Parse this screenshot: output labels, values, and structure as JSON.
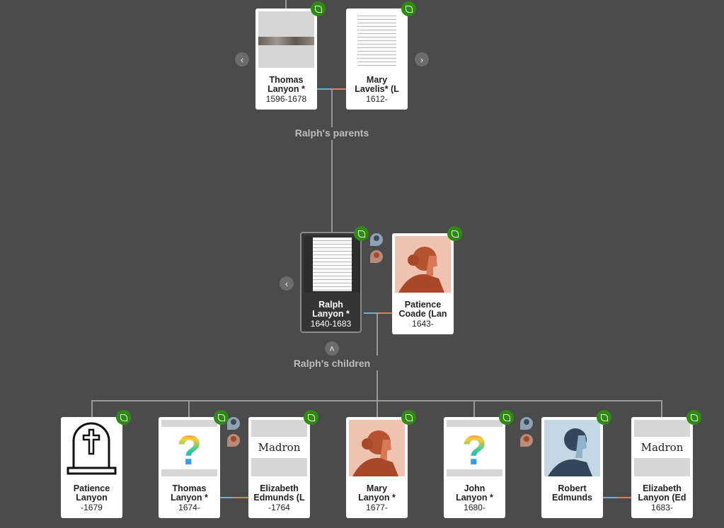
{
  "labels": {
    "parents": "Ralph's parents",
    "children": "Ralph's children"
  },
  "colors": {
    "background": "#4b4b4b",
    "hint_leaf": "#2f8a12",
    "male_line": "#7fa9c6",
    "female_line": "#d8826a"
  },
  "people": [
    {
      "id": "thomas-sr",
      "name1": "Thomas",
      "name2": "Lanyon *",
      "dates": "1596-1678",
      "photo": "document-strip",
      "hint": true
    },
    {
      "id": "mary-lavelis",
      "name1": "Mary",
      "name2": "Lavelis* (L",
      "dates": "1612-",
      "photo": "document",
      "hint": true
    },
    {
      "id": "ralph",
      "name1": "Ralph",
      "name2": "Lanyon *",
      "dates": "1640-1683",
      "photo": "document",
      "hint": true,
      "selected": true
    },
    {
      "id": "patience-coade",
      "name1": "Patience",
      "name2": "Coade (Lan",
      "dates": "1643-",
      "photo": "female-silhouette",
      "hint": true
    },
    {
      "id": "patience",
      "name1": "Patience",
      "name2": "Lanyon",
      "dates": "-1679",
      "photo": "gravestone",
      "hint": true
    },
    {
      "id": "thomas",
      "name1": "Thomas",
      "name2": "Lanyon *",
      "dates": "1674-",
      "photo": "question-mark",
      "hint": true
    },
    {
      "id": "elizabeth-edmunds",
      "name1": "Elizabeth",
      "name2": "Edmunds (L",
      "dates": "-1764",
      "photo": "madron",
      "photo_text": "Madron",
      "hint": true
    },
    {
      "id": "mary",
      "name1": "Mary",
      "name2": "Lanyon *",
      "dates": "1677-",
      "photo": "female-silhouette",
      "hint": true
    },
    {
      "id": "john",
      "name1": "John",
      "name2": "Lanyon *",
      "dates": "1680-",
      "photo": "question-mark",
      "hint": true
    },
    {
      "id": "robert-edmunds",
      "name1": "Robert",
      "name2": "Edmunds",
      "dates": "",
      "photo": "male-silhouette",
      "hint": true
    },
    {
      "id": "elizabeth",
      "name1": "Elizabeth",
      "name2": "Lanyon (Ed",
      "dates": "1683-",
      "photo": "madron",
      "photo_text": "Madron",
      "hint": true
    }
  ]
}
